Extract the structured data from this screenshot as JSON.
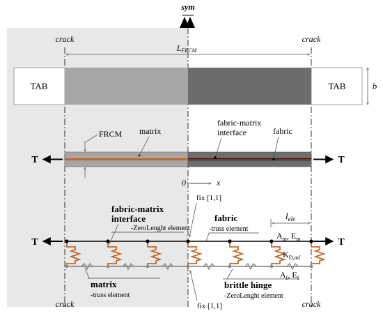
{
  "symmetry": {
    "label": "sym"
  },
  "cracks": {
    "left_top": "crack",
    "right_top": "crack",
    "left_bottom": "crack",
    "right_bottom": "crack"
  },
  "length_label": {
    "main": "L",
    "sub": "FRCM"
  },
  "tabs": {
    "left": "TAB",
    "right": "TAB"
  },
  "width_label": "b",
  "section": {
    "frcm": "FRCM",
    "matrix": "matrix",
    "interface_line1": "fabric-matrix",
    "interface_line2": "interface",
    "fabric": "fabric",
    "load": "T"
  },
  "axis": {
    "origin": "0",
    "x": "x"
  },
  "model": {
    "fix_top": "fix [1,1]",
    "fix_bottom": "fix [1,1]",
    "interface_title_line1": "fabric-matrix",
    "interface_title_line2": "interface",
    "interface_sub": "-ZeroLenght element",
    "fabric_title": "fabric",
    "fabric_sub": "-truss element",
    "matrix_title": "matrix",
    "matrix_sub": "-truss element",
    "hinge_title": "brittle hinge",
    "hinge_sub": "-ZeroLenght element",
    "ele_main": "l",
    "ele_sub": "ele",
    "am": "A",
    "am_sub": "m",
    "em": ", E",
    "em_sub": "m",
    "kd": "K",
    "kd_sub": "D,mf",
    "af": "A",
    "af_sub": "f",
    "ef": ", E",
    "ef_sub": "f",
    "load": "T"
  },
  "colors": {
    "shade": "#e8e8e8",
    "matrix_light": "#a6a6a6",
    "matrix_dark": "#6d6d6d",
    "fabric": "#c06a2a",
    "spring": "#c06a2a"
  }
}
